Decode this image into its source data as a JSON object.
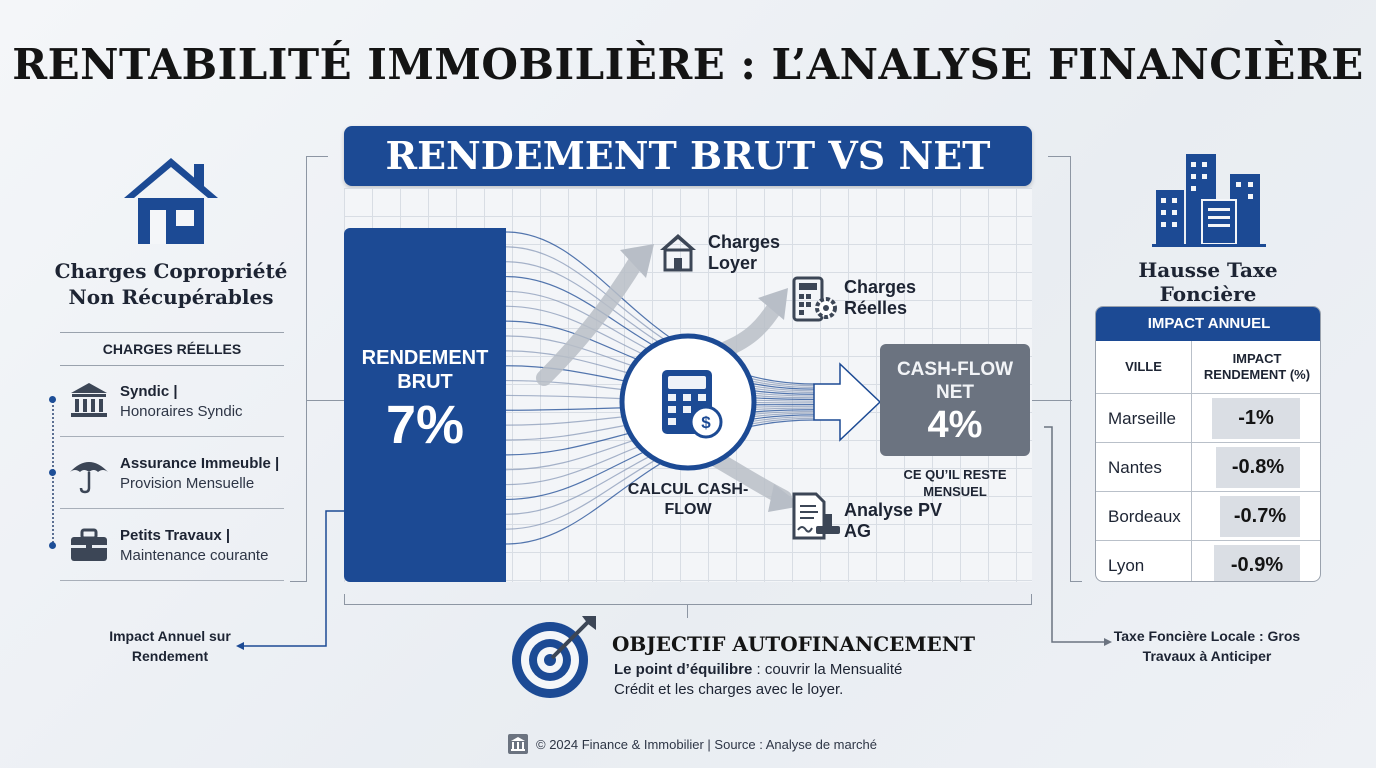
{
  "title": "RENTABILITÉ IMMOBILIÈRE : L’ANALYSE FINANCIÈRE",
  "left": {
    "title": "Charges Copropriété Non Récupérables",
    "icon": "house-icon",
    "section_header": "CHARGES RÉELLES",
    "items": [
      {
        "icon": "bank-icon",
        "title": "Syndic |",
        "subtitle": "Honoraires Syndic"
      },
      {
        "icon": "umbrella-icon",
        "title": "Assurance Immeuble |",
        "subtitle": "Provision Mensuelle"
      },
      {
        "icon": "toolbox-icon",
        "title": "Petits Travaux |",
        "subtitle": "Maintenance courante"
      }
    ],
    "footnote": "Impact Annuel sur Rendement"
  },
  "center": {
    "banner": "RENDEMENT BRUT VS NET",
    "brut_label": "RENDEMENT BRUT",
    "brut_value": "7%",
    "calc_label": "CALCUL CASH-FLOW",
    "outputs": [
      {
        "icon": "house-icon",
        "label": "Charges Loyer"
      },
      {
        "icon": "calculator-gear-icon",
        "label": "Charges Réelles"
      },
      {
        "icon": "document-stamp-icon",
        "label": "Analyse PV AG"
      }
    ],
    "net_label": "CASH-FLOW NET",
    "net_value": "4%",
    "net_sub": "CE QU’IL RESTE MENSUEL"
  },
  "objective": {
    "title": "OBJECTIF AUTOFINANCEMENT",
    "bold": "Le point d’équilibre",
    "text": " : couvrir la Mensualité Crédit et les charges avec le loyer."
  },
  "right": {
    "title": "Hausse Taxe Foncière",
    "icon": "buildings-icon",
    "table": {
      "header": "IMPACT ANNUEL",
      "col1": "VILLE",
      "col2": "IMPACT RENDEMENT (%)",
      "rows": [
        {
          "city": "Marseille",
          "value": "-1%"
        },
        {
          "city": "Nantes",
          "value": "-0.8%"
        },
        {
          "city": "Bordeaux",
          "value": "-0.7%"
        },
        {
          "city": "Lyon",
          "value": "-0.9%"
        }
      ]
    },
    "footnote": "Taxe Foncière Locale : Gros Travaux à Anticiper"
  },
  "footer": "© 2024 Finance & Immobilier | Source : Analyse de marché",
  "colors": {
    "primary": "#1c4a94",
    "net_box": "#6b7380",
    "arrow_gray": "#b8bec7",
    "background": "#eef1f5"
  }
}
